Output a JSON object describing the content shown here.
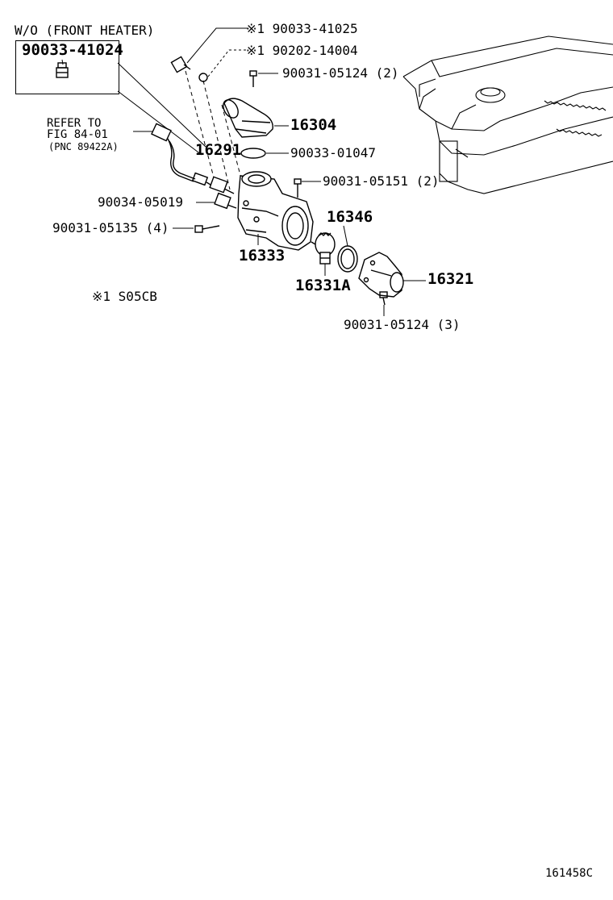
{
  "inset": {
    "title": "W/O (FRONT HEATER)",
    "part": "90033-41024"
  },
  "labels": {
    "p_90033_41025": "※1 90033-41025",
    "p_90202_14004": "※1 90202-14004",
    "p_90031_05124_2": "90031-05124 (2)",
    "p_16304": "16304",
    "p_90033_01047": "90033-01047",
    "p_16291": "16291",
    "p_90031_05151_2": "90031-05151 (2)",
    "p_16346": "16346",
    "p_90034_05019": "90034-05019",
    "p_90031_05135_4": "90031-05135 (4)",
    "p_16333": "16333",
    "p_16331A": "16331A",
    "p_16321": "16321",
    "p_90031_05124_3": "90031-05124 (3)"
  },
  "refer": {
    "line1": "REFER TO",
    "line2": "FIG 84-01",
    "line3": "(PNC 89422A)"
  },
  "note": "※1 S05CB",
  "figure_id": "161458C"
}
